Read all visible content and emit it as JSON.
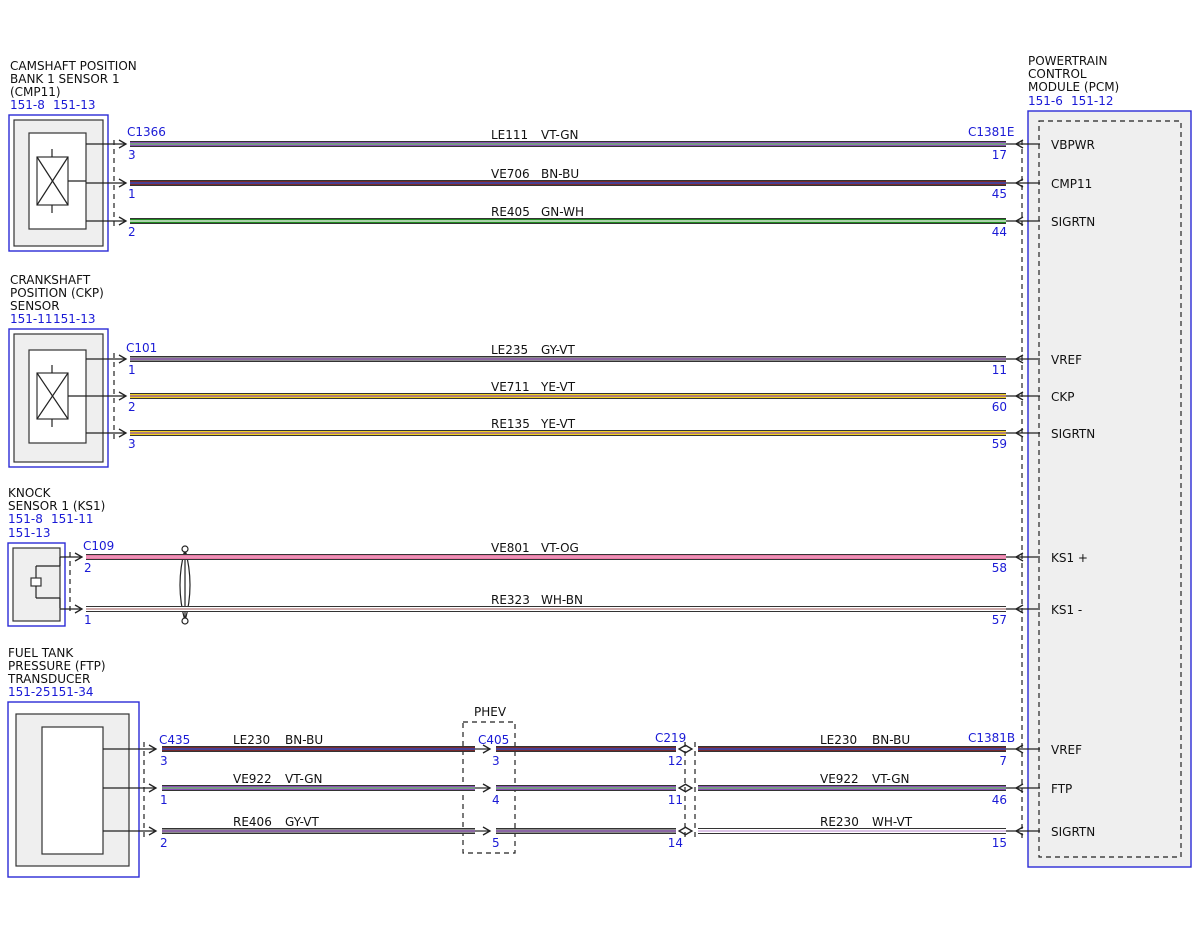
{
  "components": {
    "cmp": {
      "name": [
        "CAMSHAFT POSITION",
        "BANK 1 SENSOR 1",
        "(CMP11)"
      ],
      "refs": [
        "151-8",
        "151-13"
      ]
    },
    "ckp": {
      "name": [
        "CRANKSHAFT",
        "POSITION (CKP)",
        "SENSOR"
      ],
      "refs": [
        "151-11",
        "151-13"
      ]
    },
    "ks": {
      "name": [
        "KNOCK",
        "SENSOR 1 (KS1)"
      ],
      "refs": [
        "151-8",
        "151-11"
      ],
      "refs2": [
        "151-13"
      ]
    },
    "ftp": {
      "name": [
        "FUEL TANK",
        "PRESSURE (FTP)",
        "TRANSDUCER"
      ],
      "refs": [
        "151-25",
        "151-34"
      ]
    },
    "pcm": {
      "name": [
        "POWERTRAIN",
        "CONTROL",
        "MODULE (PCM)"
      ],
      "refs": [
        "151-6",
        "151-12"
      ]
    },
    "phev": {
      "label": "PHEV"
    }
  },
  "connectors": {
    "c1366": "C1366",
    "c1381e": "C1381E",
    "c101": "C101",
    "c109": "C109",
    "c435": "C435",
    "c405": "C405",
    "c219": "C219",
    "c1381b": "C1381B"
  },
  "wires": [
    {
      "circuit": "LE111",
      "color_code": "VT-GN",
      "left_pin": "3",
      "right_pin": "17",
      "signal": "VBPWR",
      "colors": [
        "#8a4fb3",
        "#6cc96c"
      ]
    },
    {
      "circuit": "VE706",
      "color_code": "BN-BU",
      "left_pin": "1",
      "right_pin": "45",
      "signal": "CMP11",
      "colors": [
        "#7a2a2a",
        "#2a4fd6"
      ]
    },
    {
      "circuit": "RE405",
      "color_code": "GN-WH",
      "left_pin": "2",
      "right_pin": "44",
      "signal": "SIGRTN",
      "colors": [
        "#1e8a1e",
        "#ffffff"
      ]
    },
    {
      "circuit": "LE235",
      "color_code": "GY-VT",
      "left_pin": "1",
      "right_pin": "11",
      "signal": "VREF",
      "colors": [
        "#8c8c8c",
        "#8a4fb3"
      ]
    },
    {
      "circuit": "VE711",
      "color_code": "YE-VT",
      "left_pin": "2",
      "right_pin": "60",
      "signal": "CKP",
      "colors": [
        "#f2d21e",
        "#8a4fb3"
      ]
    },
    {
      "circuit": "RE135",
      "color_code": "YE-VT",
      "left_pin": "3",
      "right_pin": "59",
      "signal": "SIGRTN",
      "colors": [
        "#f2d21e",
        "#8a4fb3"
      ]
    },
    {
      "circuit": "VE801",
      "color_code": "VT-OG",
      "left_pin": "2",
      "right_pin": "58",
      "signal": "KS1 +",
      "colors": [
        "#e87aa6",
        "#f0a0c0"
      ]
    },
    {
      "circuit": "RE323",
      "color_code": "WH-BN",
      "left_pin": "1",
      "right_pin": "57",
      "signal": "KS1 -",
      "colors": [
        "#ffffff",
        "#b07a7a"
      ]
    }
  ],
  "ftp_wires": [
    {
      "circuit_l": "LE230",
      "code_l": "BN-BU",
      "pin_c435": "3",
      "pin_c405": "3",
      "pin_c219": "12",
      "circuit_r": "LE230",
      "code_r": "BN-BU",
      "pin_pcm": "7",
      "signal": "VREF",
      "colors": [
        "#7a2a2a",
        "#2a4fd6"
      ]
    },
    {
      "circuit_l": "VE922",
      "code_l": "VT-GN",
      "pin_c435": "1",
      "pin_c405": "4",
      "pin_c219": "11",
      "circuit_r": "VE922",
      "code_r": "VT-GN",
      "pin_pcm": "46",
      "signal": "FTP",
      "colors": [
        "#8a4fb3",
        "#6cc96c"
      ]
    },
    {
      "circuit_l": "RE406",
      "code_l": "GY-VT",
      "pin_c435": "2",
      "pin_c405": "5",
      "pin_c219": "14",
      "circuit_r": "RE230",
      "code_r": "WH-VT",
      "pin_pcm": "15",
      "signal": "SIGRTN",
      "colors": [
        "#8c8c8c",
        "#8a4fb3"
      ],
      "colors_r": [
        "#ffffff",
        "#c8a0d8"
      ]
    }
  ]
}
